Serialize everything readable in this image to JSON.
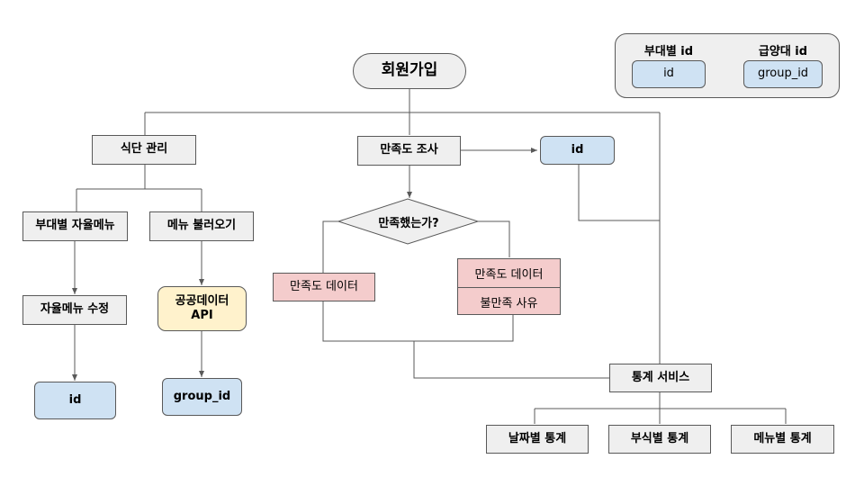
{
  "legend": {
    "left": {
      "title": "부대별 id",
      "value": "id"
    },
    "right": {
      "title": "급양대 id",
      "value": "group_id"
    }
  },
  "nodes": {
    "signup": "회원가입",
    "meal_management": "식단 관리",
    "unit_free_menu": "부대별 자율메뉴",
    "load_menu": "메뉴 불러오기",
    "edit_free_menu": "자율메뉴 수정",
    "public_data_api": "공공데이터\nAPI",
    "id_left": "id",
    "group_id_left": "group_id",
    "satisfaction_survey": "만족도 조사",
    "id_right": "id",
    "satisfied_question": "만족했는가?",
    "satisfaction_data_yes": "만족도 데이터",
    "satisfaction_data_no": "만족도 데이터",
    "dissatisfaction_reason": "불만족 사유",
    "stats_service": "통계 서비스",
    "stats_by_date": "날짜별 통계",
    "stats_by_side": "부식별 통계",
    "stats_by_menu": "메뉴별 통계"
  },
  "colors": {
    "process": "#efefef",
    "data_id": "#cfe2f3",
    "external_api": "#fff2cc",
    "survey_data": "#f4cccc",
    "connector": "#595959"
  }
}
